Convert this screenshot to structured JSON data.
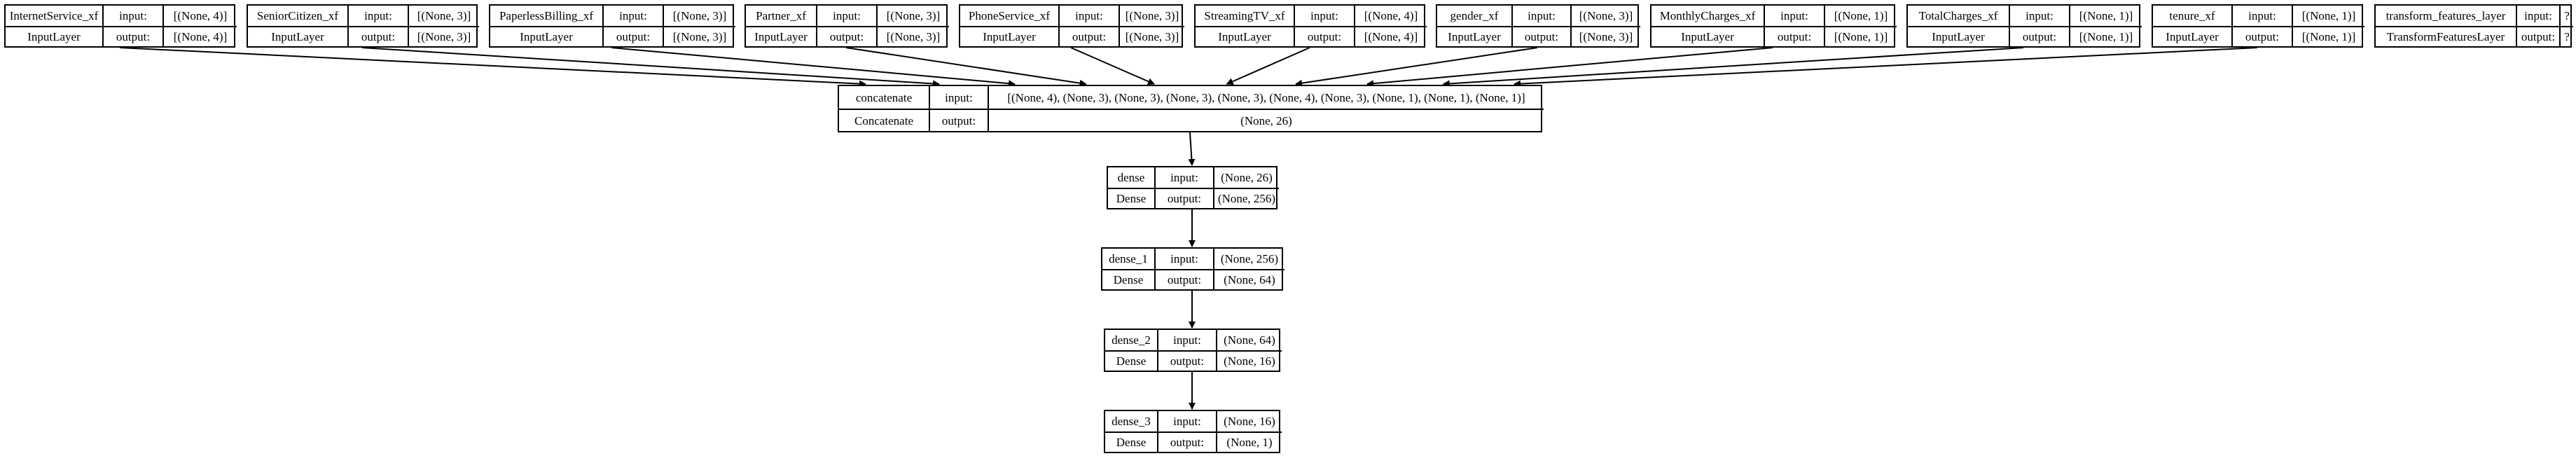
{
  "labels": {
    "input": "input:",
    "output": "output:"
  },
  "nodes": [
    {
      "id": "internetservice",
      "name": "InternetService_xf",
      "type": "InputLayer",
      "input": "[(None, 4)]",
      "output": "[(None, 4)]"
    },
    {
      "id": "seniorcitizen",
      "name": "SeniorCitizen_xf",
      "type": "InputLayer",
      "input": "[(None, 3)]",
      "output": "[(None, 3)]"
    },
    {
      "id": "paperlessbilling",
      "name": "PaperlessBilling_xf",
      "type": "InputLayer",
      "input": "[(None, 3)]",
      "output": "[(None, 3)]"
    },
    {
      "id": "partner",
      "name": "Partner_xf",
      "type": "InputLayer",
      "input": "[(None, 3)]",
      "output": "[(None, 3)]"
    },
    {
      "id": "phoneservice",
      "name": "PhoneService_xf",
      "type": "InputLayer",
      "input": "[(None, 3)]",
      "output": "[(None, 3)]"
    },
    {
      "id": "streamingtv",
      "name": "StreamingTV_xf",
      "type": "InputLayer",
      "input": "[(None, 4)]",
      "output": "[(None, 4)]"
    },
    {
      "id": "gender",
      "name": "gender_xf",
      "type": "InputLayer",
      "input": "[(None, 3)]",
      "output": "[(None, 3)]"
    },
    {
      "id": "monthlycharges",
      "name": "MonthlyCharges_xf",
      "type": "InputLayer",
      "input": "[(None, 1)]",
      "output": "[(None, 1)]"
    },
    {
      "id": "totalcharges",
      "name": "TotalCharges_xf",
      "type": "InputLayer",
      "input": "[(None, 1)]",
      "output": "[(None, 1)]"
    },
    {
      "id": "tenure",
      "name": "tenure_xf",
      "type": "InputLayer",
      "input": "[(None, 1)]",
      "output": "[(None, 1)]"
    },
    {
      "id": "transformfeatures",
      "name": "transform_features_layer",
      "type": "TransformFeaturesLayer",
      "input": "?",
      "output": "?"
    },
    {
      "id": "concatenate",
      "name": "concatenate",
      "type": "Concatenate",
      "input": "[(None, 4), (None, 3), (None, 3), (None, 3), (None, 3), (None, 4), (None, 3), (None, 1), (None, 1), (None, 1)]",
      "output": "(None, 26)"
    },
    {
      "id": "dense",
      "name": "dense",
      "type": "Dense",
      "input": "(None, 26)",
      "output": "(None, 256)"
    },
    {
      "id": "dense1",
      "name": "dense_1",
      "type": "Dense",
      "input": "(None, 256)",
      "output": "(None, 64)"
    },
    {
      "id": "dense2",
      "name": "dense_2",
      "type": "Dense",
      "input": "(None, 64)",
      "output": "(None, 16)"
    },
    {
      "id": "dense3",
      "name": "dense_3",
      "type": "Dense",
      "input": "(None, 16)",
      "output": "(None, 1)"
    }
  ],
  "edges": [
    [
      "internetservice",
      "concatenate"
    ],
    [
      "seniorcitizen",
      "concatenate"
    ],
    [
      "paperlessbilling",
      "concatenate"
    ],
    [
      "partner",
      "concatenate"
    ],
    [
      "phoneservice",
      "concatenate"
    ],
    [
      "streamingtv",
      "concatenate"
    ],
    [
      "gender",
      "concatenate"
    ],
    [
      "monthlycharges",
      "concatenate"
    ],
    [
      "totalcharges",
      "concatenate"
    ],
    [
      "tenure",
      "concatenate"
    ],
    [
      "concatenate",
      "dense"
    ],
    [
      "dense",
      "dense1"
    ],
    [
      "dense1",
      "dense2"
    ],
    [
      "dense2",
      "dense3"
    ]
  ]
}
